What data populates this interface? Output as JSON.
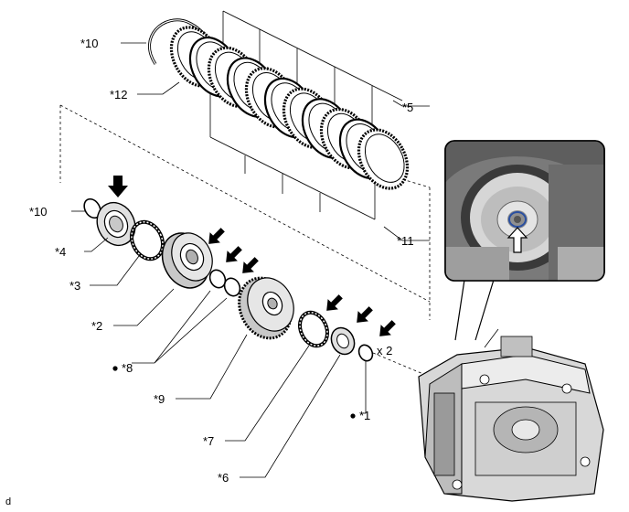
{
  "figure": {
    "id_label": "d",
    "background": "#ffffff",
    "line_color": "#000000",
    "part_gray": "#c8c8c8",
    "arrow_color": "#000000",
    "inset_highlight": "#2a4fa0"
  },
  "callouts": {
    "c10_top": "*10",
    "c12": "*12",
    "c5": "*5",
    "c11": "*11",
    "c10_left": "*10",
    "c4": "*4",
    "c3": "*3",
    "c2": "*2",
    "c8": "*8",
    "c9": "*9",
    "c7": "*7",
    "c6": "*6",
    "c1": "*1",
    "qty": "x 2"
  },
  "icons": {
    "non_reusable_marker": "filled-dot",
    "push_direction": "black-arrow-down-left",
    "inset_pointer": "outlined-arrow-up"
  }
}
